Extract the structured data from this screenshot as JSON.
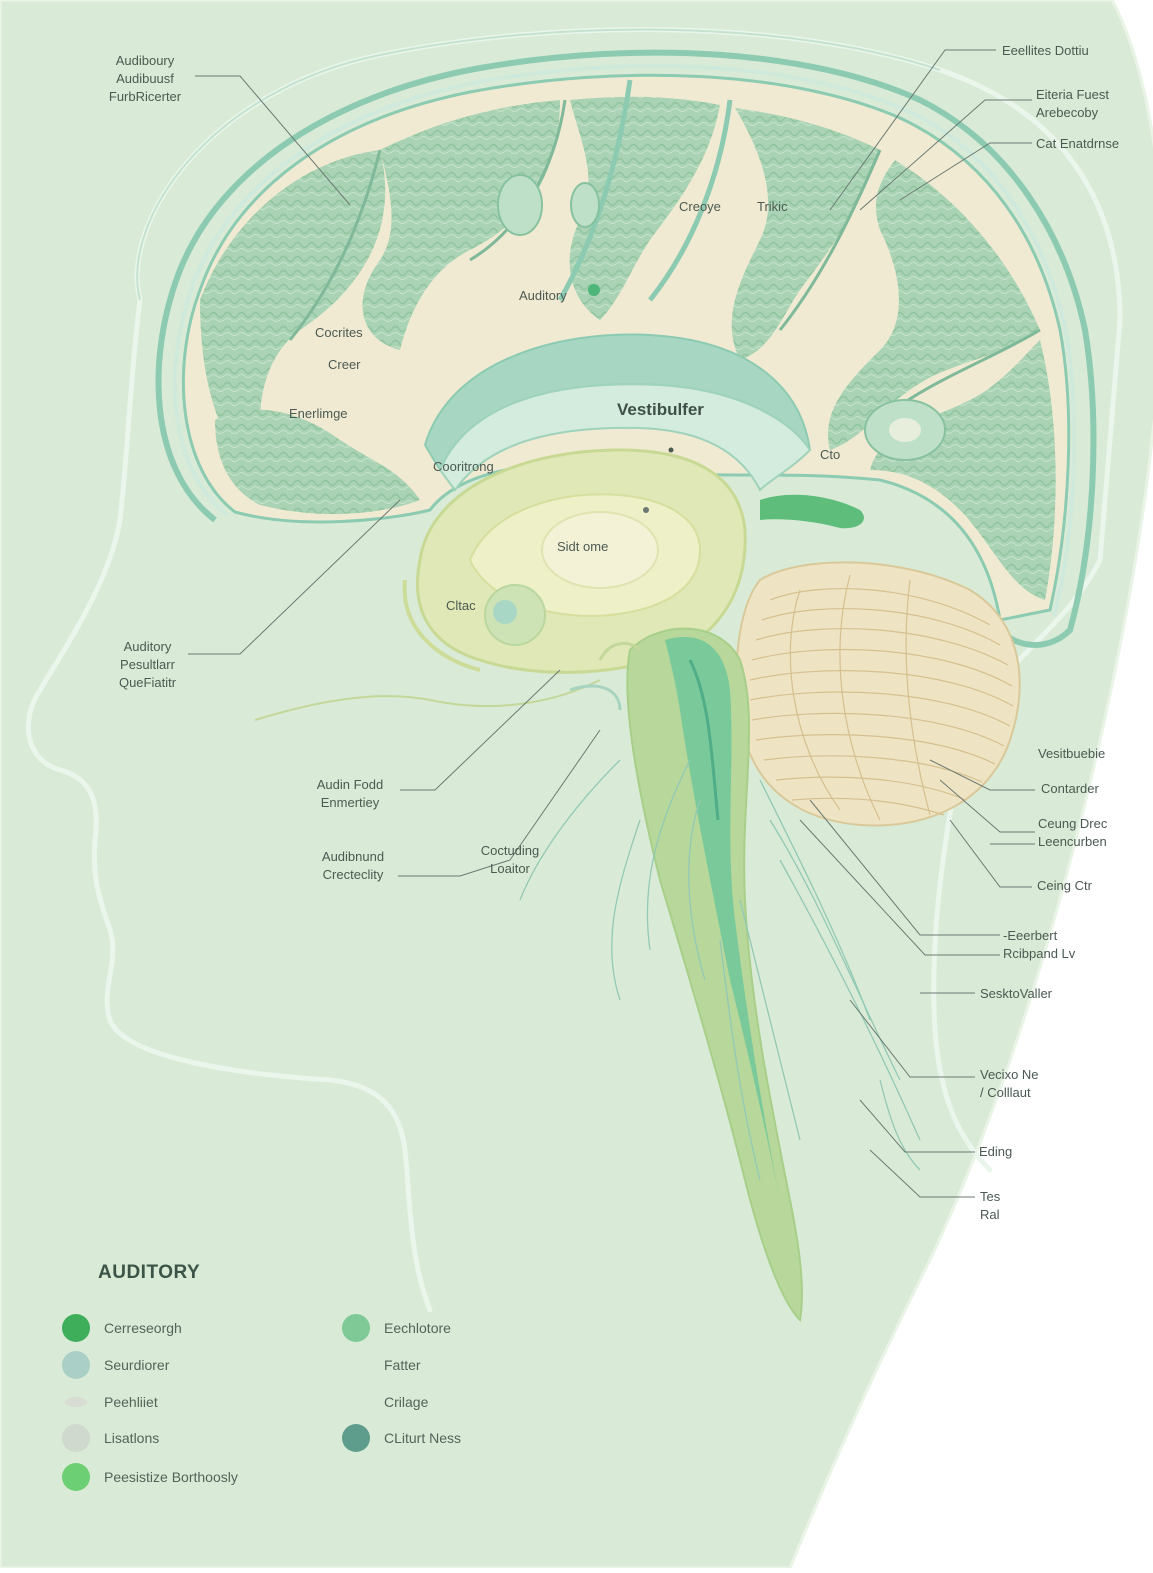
{
  "labels": {
    "left_top": "Audiboury\nAudibuusf\nFurbRicerter",
    "left_mid": "Auditory\nPesultlarr\nQueFiatitr",
    "audin_food": "Audin Fodd\nEnmertiey",
    "audinund": "Audibnund\nCrecteclity",
    "coctuding": "Coctuding\nLoaitor",
    "creoye": "Creoye",
    "trikic": "Trikic",
    "auditory_mid": "Auditory",
    "cocrites": "Cocrites",
    "creer": "Creer",
    "enerlimge": "Enerlimge",
    "cooritrong": "Cooritrong",
    "vestibulfer": "Vestibulfer",
    "cto": "Cto",
    "sidt_ome": "Sidt ome",
    "cltac": "Cltac",
    "r1": "Eeellites Dottiu",
    "r2": "Eiteria Fuest\nArebecoby",
    "r3": "Cat Enatdrnse",
    "r4": "Vesitbuebie",
    "r5": "Contarder",
    "r6": "Ceung Drec\nLeencurben",
    "r7": "Ceing Ctr",
    "r8": "-Eeerbert\nRcibpand Lv",
    "r9": "SesktoValler",
    "r10": "Vecixo Ne\n/ Colllaut",
    "r11": "Eding",
    "r12": "Tes\nRal"
  },
  "legend": {
    "title": "AUDITORY",
    "items": [
      {
        "label": "Cerreseorgh",
        "color": "#3fae5a"
      },
      {
        "label": "Seurdiorer",
        "color": "#a9cfc6"
      },
      {
        "label": "Peehliiet",
        "color": "#d8dcd3"
      },
      {
        "label": "Lisatlons",
        "color": "#cfd9cd"
      },
      {
        "label": "Peesistize Borthoosly",
        "color": "#6ccf73"
      },
      {
        "label": "Eechlotore",
        "color": "#7ec995"
      },
      {
        "label": "Fatter",
        "color": ""
      },
      {
        "label": "Crilage",
        "color": ""
      },
      {
        "label": "CLiturt Ness",
        "color": "#5e9c8b"
      }
    ]
  },
  "colors": {
    "background": "#d9ebd6",
    "brain_fill": "#f1ead2",
    "gyri": "#a8d2b2",
    "outline": "#8ccbb2",
    "cerebellum": "#eee3c3",
    "brainstem": "#b7d89a"
  }
}
